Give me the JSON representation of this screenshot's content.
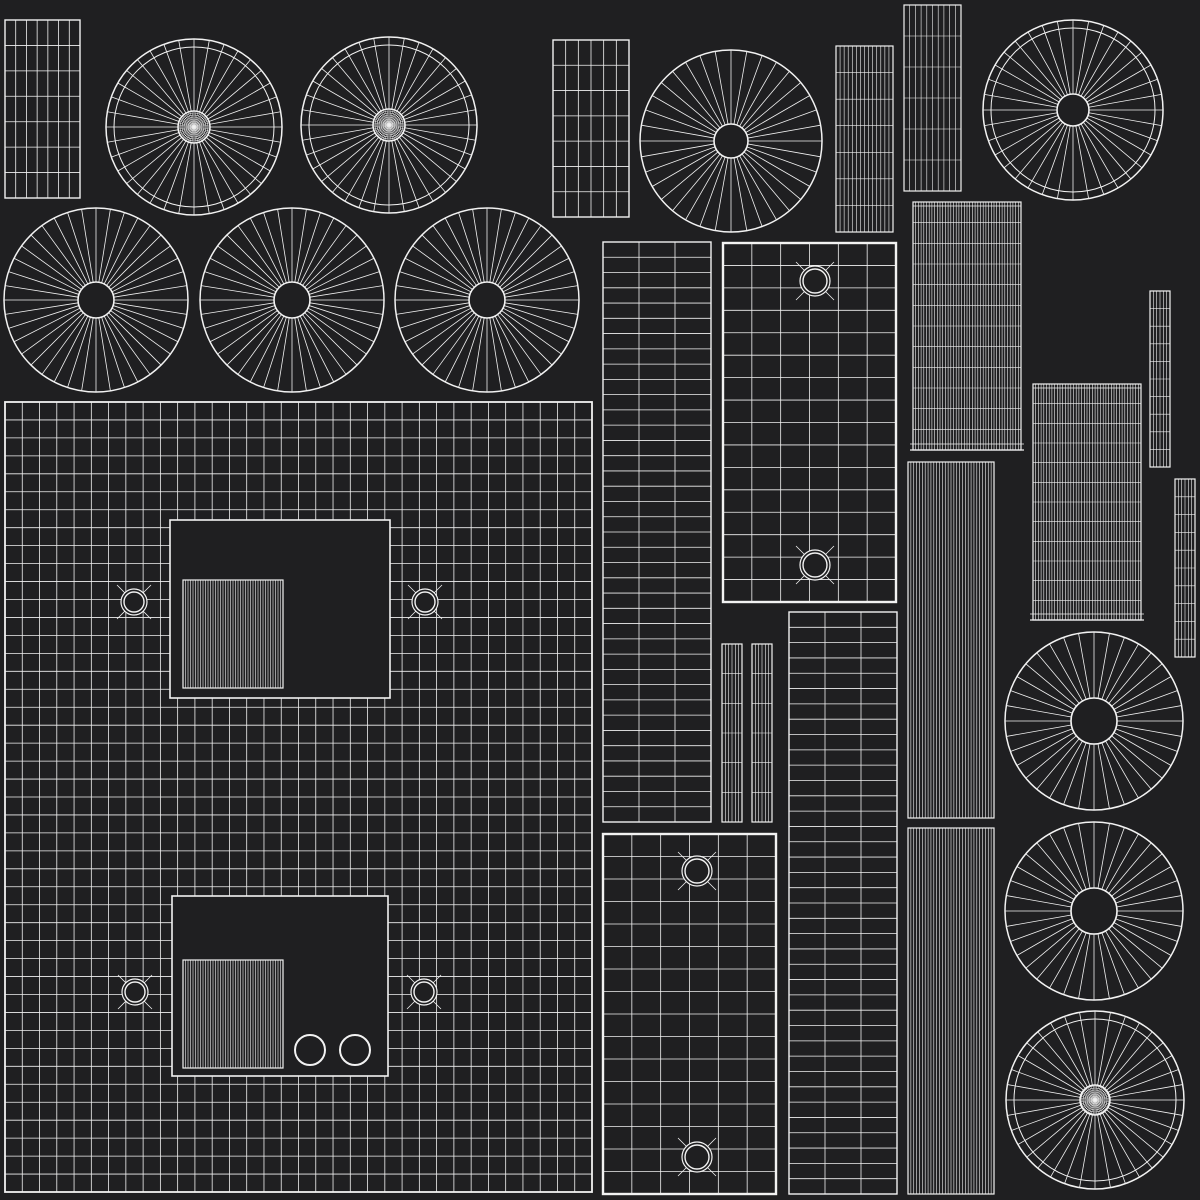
{
  "colors": {
    "background": "#1f1f21",
    "wire": "#f2f2f2"
  },
  "uv_layout": {
    "shells": [
      {
        "name": "grid-panel-top-left",
        "kind": "grid"
      },
      {
        "name": "wheel-top-1",
        "kind": "wheel-dense-hub"
      },
      {
        "name": "wheel-top-2",
        "kind": "wheel-dense-hub"
      },
      {
        "name": "grid-panel-top-middle",
        "kind": "grid"
      },
      {
        "name": "wheel-top-3",
        "kind": "wheel"
      },
      {
        "name": "strip-panel-top-1",
        "kind": "dense-strip"
      },
      {
        "name": "strip-panel-top-2",
        "kind": "dense-strip"
      },
      {
        "name": "wheel-top-right",
        "kind": "wheel"
      },
      {
        "name": "wheel-row2-1",
        "kind": "wheel"
      },
      {
        "name": "wheel-row2-2",
        "kind": "wheel"
      },
      {
        "name": "wheel-row2-3",
        "kind": "wheel"
      },
      {
        "name": "main-sheet",
        "kind": "grid-with-cutouts"
      },
      {
        "name": "tall-grid-column",
        "kind": "grid"
      },
      {
        "name": "plate-with-two-holes-upper",
        "kind": "grid-with-holes"
      },
      {
        "name": "plate-with-two-holes-lower",
        "kind": "grid-with-holes"
      },
      {
        "name": "long-grid-column",
        "kind": "grid"
      },
      {
        "name": "thin-strip-1",
        "kind": "dense-strip"
      },
      {
        "name": "thin-strip-2",
        "kind": "dense-strip"
      },
      {
        "name": "fabric-panel-upper",
        "kind": "dense-strip"
      },
      {
        "name": "fabric-panel-right",
        "kind": "dense-strip"
      },
      {
        "name": "narrow-strip-right-1",
        "kind": "dense-strip"
      },
      {
        "name": "narrow-strip-right-2",
        "kind": "dense-strip"
      },
      {
        "name": "dense-column-upper",
        "kind": "dense-strip"
      },
      {
        "name": "dense-column-lower",
        "kind": "dense-strip"
      },
      {
        "name": "wheel-right-1",
        "kind": "wheel"
      },
      {
        "name": "wheel-right-2",
        "kind": "wheel"
      },
      {
        "name": "wheel-bottom-right",
        "kind": "wheel"
      }
    ]
  }
}
